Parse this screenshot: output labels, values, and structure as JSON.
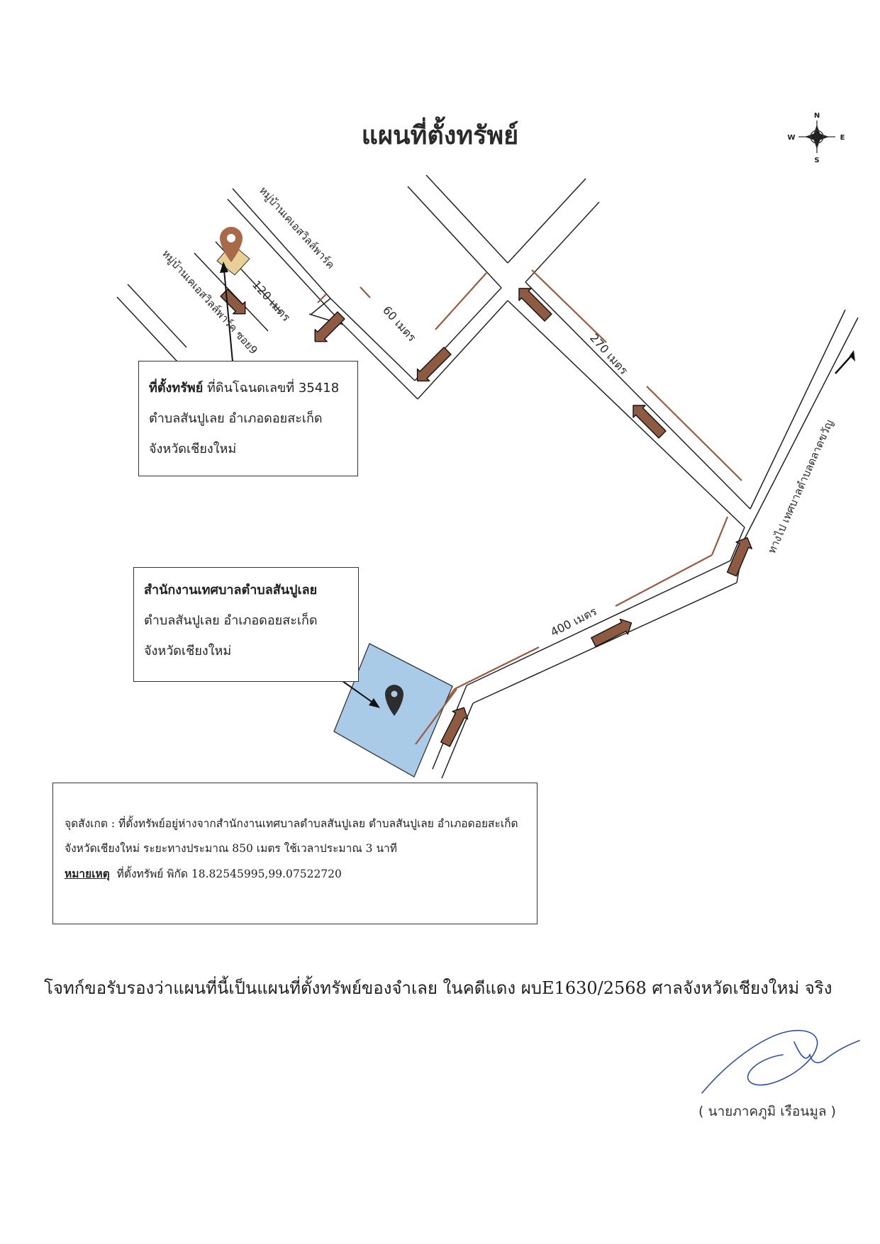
{
  "title": "แผนที่ตั้งทรัพย์",
  "compass": {
    "n": "N",
    "s": "S",
    "e": "E",
    "w": "W"
  },
  "roads": {
    "village_upper": "หมู่บ้านเคเอสวิลล์พาร์ค",
    "village_lower": "หมู่บ้านเคเอสวิลล์พาร์ค ซอย9",
    "to_municipality": "ทางไป เทศบาลตำบลดลาดขวัญ"
  },
  "distances": {
    "d120": "120 เมตร",
    "d60": "60 เมตร",
    "d270": "270 เมตร",
    "d400": "400 เมตร"
  },
  "property_box": {
    "heading": "ที่ตั้งทรัพย์",
    "line1_rest": "ที่ดินโฉนดเลขที่ 35418",
    "line2": "ตำบลสันปูเลย อำเภอดอยสะเก็ด",
    "line3": "จังหวัดเชียงใหม่"
  },
  "office_box": {
    "heading": "สำนักงานเทศบาลตำบลสันปูเลย",
    "line2": "ตำบลสันปูเลย อำเภอดอยสะเก็ด",
    "line3": "จังหวัดเชียงใหม่"
  },
  "landmark_box": {
    "line1": "จุดสังเกต : ที่ตั้งทรัพย์อยู่ห่างจากสำนักงานเทศบาลตำบลสันปูเลย ตำบลสันปูเลย อำเภอดอยสะเก็ด",
    "line2": "จังหวัดเชียงใหม่ ระยะทางประมาณ 850 เมตร ใช้เวลาประมาณ 3 นาที",
    "note_label": "หมายเหตุ",
    "note_text": "ที่ตั้งทรัพย์ พิกัด 18.82545995,99.07522720"
  },
  "certification": "โจทก์ขอรับรองว่าแผนที่นี้เป็นแผนที่ตั้งทรัพย์ของจำเลย ในคดีแดง ผบE1630/2568 ศาลจังหวัดเชียงใหม่ จริง",
  "signer": "( นายภาคภูมิ เรือนมูล )",
  "colors": {
    "route": "#9a5a3e",
    "property_pin": "#a86a48",
    "property_marker": "#e7cf96",
    "office_block": "#a9cbe8",
    "office_pin": "#2d2d2d"
  }
}
